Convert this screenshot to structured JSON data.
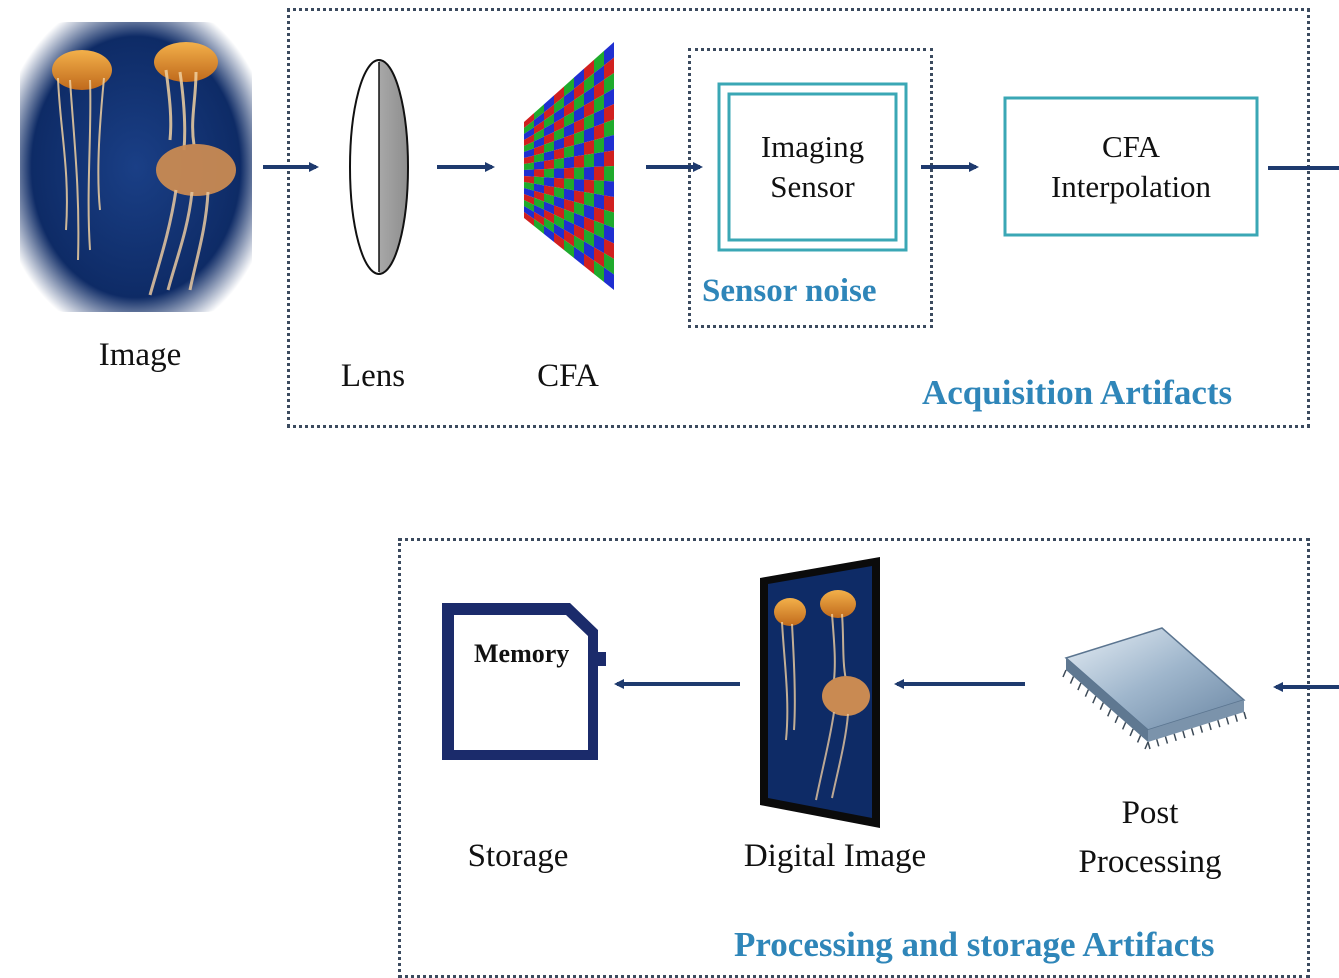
{
  "diagram": {
    "source_image_label": "Image",
    "lens_label": "Lens",
    "cfa_label": "CFA",
    "imaging_sensor_line1": "Imaging",
    "imaging_sensor_line2": "Sensor",
    "sensor_noise_label": "Sensor noise",
    "cfa_interp_line1": "CFA",
    "cfa_interp_line2": "Interpolation",
    "acquisition_title": "Acquisition Artifacts",
    "memory_label": "Memory",
    "storage_label": "Storage",
    "digital_image_label": "Digital Image",
    "post_line1": "Post",
    "post_line2": "Processing",
    "processing_title": "Processing and storage Artifacts"
  },
  "colors": {
    "arrow": "#1e3a6e",
    "title_blue": "#2f86b9",
    "box_teal": "#3aa7b5",
    "dotted_border": "#3b4a5e"
  }
}
